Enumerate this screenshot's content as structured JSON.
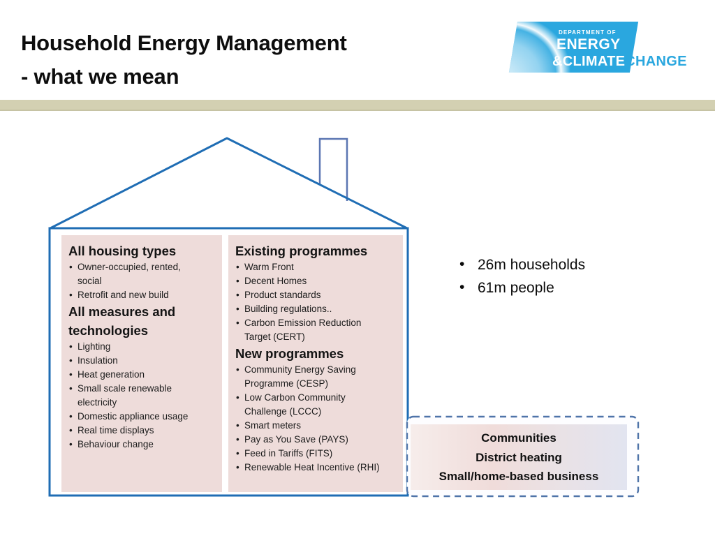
{
  "slide": {
    "title": "Household Energy Management\n- what we mean"
  },
  "logo": {
    "department_of": "DEPARTMENT OF",
    "energy": "ENERGY",
    "amp_climate": "&CLIMATE",
    "change": "CHANGE",
    "brand_blue": "#2aa7df"
  },
  "house": {
    "left_box": {
      "heading1": "All housing types",
      "bullets1": [
        "Owner-occupied, rented,\nsocial",
        "Retrofit and new build"
      ],
      "heading2": "All measures and\ntechnologies",
      "bullets2": [
        "Lighting",
        "Insulation",
        "Heat generation",
        "Small scale renewable\nelectricity",
        "Domestic appliance usage",
        "Real time displays",
        "Behaviour change"
      ]
    },
    "right_box": {
      "heading1": "Existing programmes",
      "bullets1": [
        "Warm Front",
        "Decent Homes",
        "Product standards",
        "Building regulations..",
        "Carbon Emission Reduction\nTarget (CERT)"
      ],
      "heading2": "New programmes",
      "bullets2": [
        "Community Energy Saving\nProgramme (CESP)",
        "Low Carbon Community\nChallenge (LCCC)",
        "Smart meters",
        "Pay as You Save (PAYS)",
        "Feed in Tariffs (FITS)",
        "Renewable Heat Incentive (RHI)"
      ]
    }
  },
  "stats": {
    "items": [
      "26m households",
      "61m people"
    ]
  },
  "community_box": {
    "lines": [
      "Communities",
      "District heating",
      "Small/home-based business"
    ]
  },
  "colors": {
    "house_border": "#1f6db4",
    "chimney": "#5b76b2",
    "dashed_border": "#4f74a9",
    "panel_pink": "#eedcda",
    "divider_tan": "#d3d0b2"
  }
}
